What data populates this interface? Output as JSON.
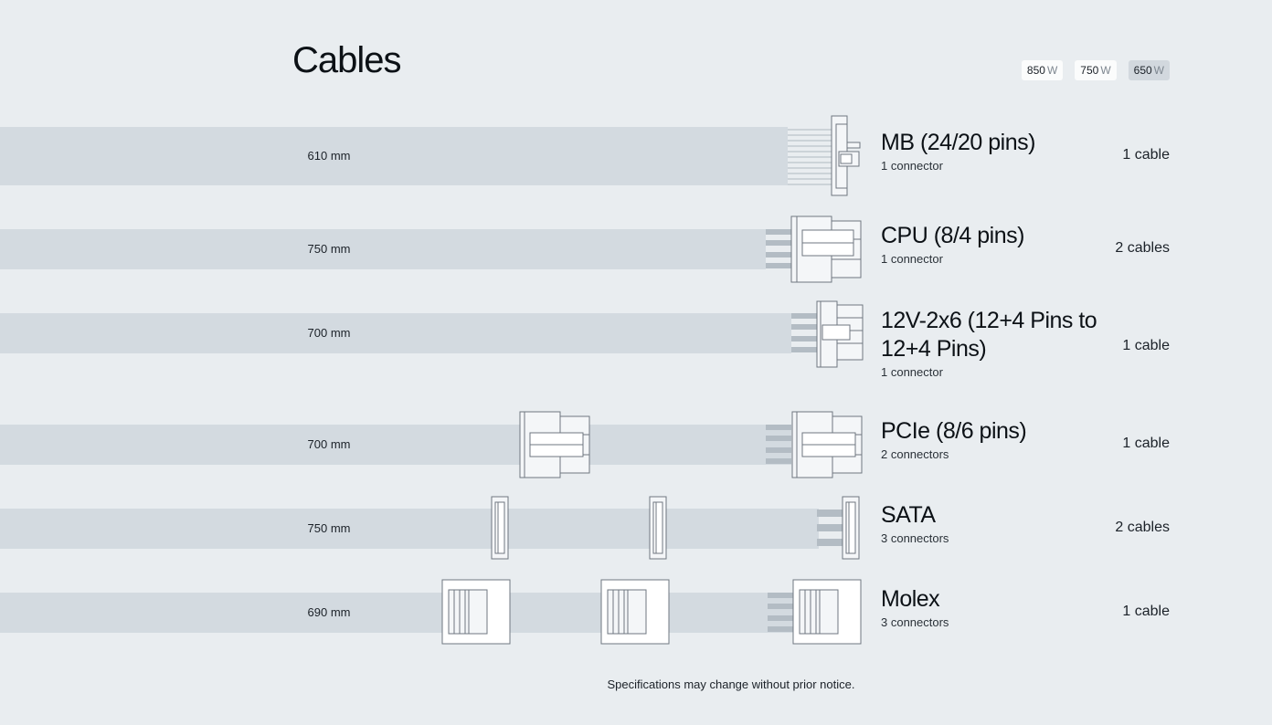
{
  "title": "Cables",
  "wattage": [
    {
      "value": "850",
      "unit": "W"
    },
    {
      "value": "750",
      "unit": "W"
    },
    {
      "value": "650",
      "unit": "W",
      "active": true
    }
  ],
  "cables": [
    {
      "name": "MB (24/20 pins)",
      "connectors": "1 connector",
      "length": "610 mm",
      "count": "1 cable"
    },
    {
      "name": "CPU (8/4 pins)",
      "connectors": "1 connector",
      "length": "750 mm",
      "count": "2 cables"
    },
    {
      "name": "12V-2x6 (12+4 Pins to 12+4 Pins)",
      "connectors": "1 connector",
      "length": "700 mm",
      "count": "1 cable"
    },
    {
      "name": "PCIe (8/6 pins)",
      "connectors": "2 connectors",
      "length": "700 mm",
      "count": "1 cable"
    },
    {
      "name": "SATA",
      "connectors": "3 connectors",
      "length": "750 mm",
      "count": "2 cables"
    },
    {
      "name": "Molex",
      "connectors": "3 connectors",
      "length": "690 mm",
      "count": "1 cable"
    }
  ],
  "footnote": "Specifications may change without prior notice.",
  "colors": {
    "background": "#e9edf0",
    "cable_band": "#d3dae0",
    "wire": "#b3bcc4",
    "connector_stroke": "#6f7780",
    "active_toggle": "#d2d8de"
  }
}
